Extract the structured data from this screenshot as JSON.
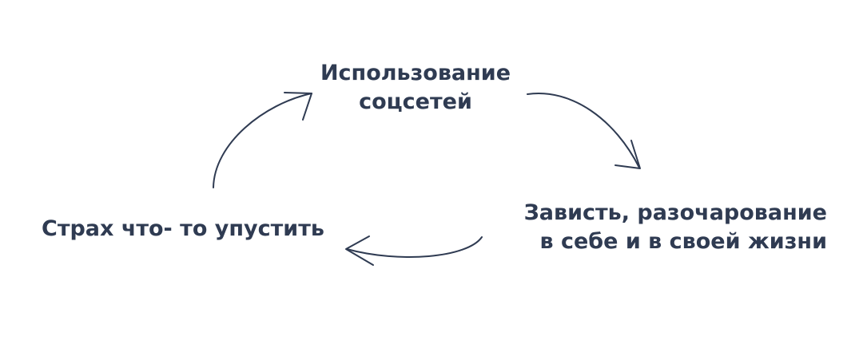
{
  "diagram": {
    "nodes": {
      "top": {
        "line1": "Использование",
        "line2": "соцсетей"
      },
      "right": {
        "line1": "Зависть, разочарование",
        "line2": "в себе и в своей жизни"
      },
      "left": {
        "line1": "Страх что- то упустить"
      }
    },
    "edges": [
      {
        "from": "top",
        "to": "right"
      },
      {
        "from": "right",
        "to": "left"
      },
      {
        "from": "left",
        "to": "top"
      }
    ],
    "colors": {
      "text": "#2f3b52",
      "arrow": "#2f3b52",
      "background": "#ffffff"
    }
  }
}
